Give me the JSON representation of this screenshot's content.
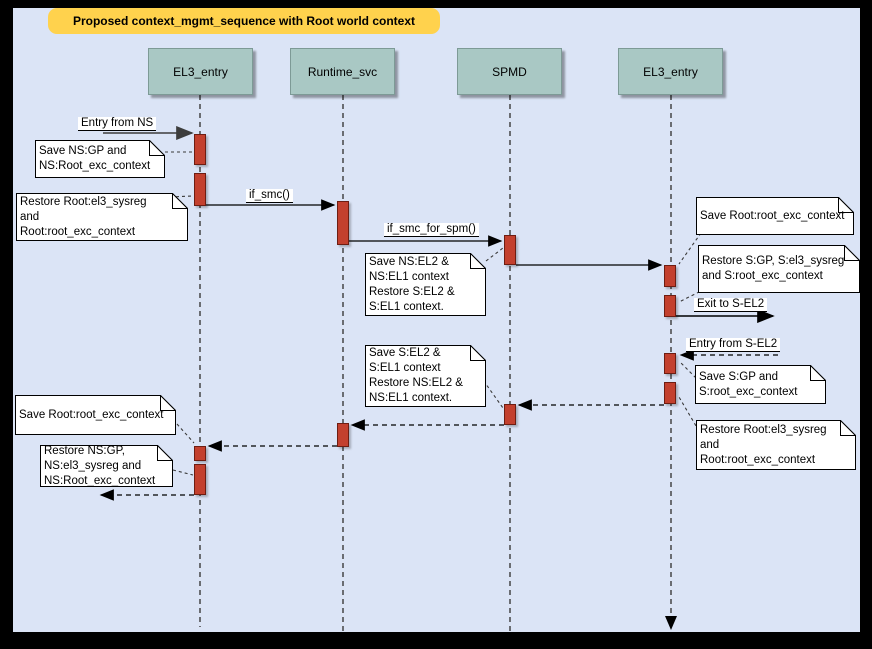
{
  "title": "Proposed context_mgmt_sequence with Root world context",
  "colors": {
    "background": "#dbe4f6",
    "frame": "#000000",
    "title_bg": "#ffd24d",
    "lifeline_header_bg": "#a9c8c4",
    "activation_fill": "#c3402e",
    "activation_border": "#6e1d12",
    "note_bg": "#ffffff"
  },
  "lifelines": [
    {
      "label": "EL3_entry"
    },
    {
      "label": "Runtime_svc"
    },
    {
      "label": "SPMD"
    },
    {
      "label": "EL3_entry"
    }
  ],
  "messages": {
    "entry_from_ns": "Entry from NS",
    "if_smc": "if_smc()",
    "if_smc_for_spm": "if_smc_for_spm()",
    "exit_to_s_el2": "Exit to S-EL2",
    "entry_from_s_el2": "Entry from S-EL2"
  },
  "notes": {
    "save_ns_gp": "Save NS:GP and\nNS:Root_exc_context",
    "restore_root_top_left": "Restore Root:el3_sysreg\nand\nRoot:root_exc_context",
    "save_ns_el2": "Save NS:EL2 &\nNS:EL1 context\nRestore S:EL2 &\nS:EL1 context.",
    "save_root_right": "Save Root:root_exc_context",
    "restore_s_gp": "Restore S:GP, S:el3_sysreg\nand S:root_exc_context",
    "save_s_gp": "Save S:GP and\nS:root_exc_context",
    "restore_root_right": "Restore Root:el3_sysreg\nand\nRoot:root_exc_context",
    "save_s_el2": "Save S:EL2 &\nS:EL1 context\nRestore NS:EL2 &\nNS:EL1 context.",
    "save_root_left": "Save Root:root_exc_context",
    "restore_ns_gp": "Restore NS:GP,\nNS:el3_sysreg and\nNS:Root_exc_context"
  }
}
